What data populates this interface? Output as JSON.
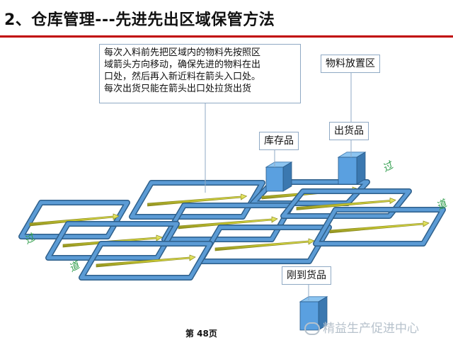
{
  "title": "2、仓库管理---先进先出区域保管方法",
  "note": {
    "lines": [
      "每次入料前先把区域内的物料先按照区",
      "域箭头方向移动，确保先进的物料在出",
      "口处，然后再入新近料在箭头入口处。",
      "每次出货只能在箭头出口处拉货出货"
    ]
  },
  "labels": {
    "storage_area": "物料放置区",
    "in_stock": "库存品",
    "outbound": "出货品",
    "new_arrival": "刚到货品"
  },
  "aisle_marks": [
    "过",
    "道"
  ],
  "page_number": "第 48页",
  "watermark": "精益生产促进中心",
  "colors": {
    "frame": "#5b9bd5",
    "frame_dark": "#2e5f8a",
    "arrow": "#c8c832",
    "box": "#5aa0e0",
    "title_rule": "#c00000",
    "callout_line": "#8fa9c4"
  }
}
